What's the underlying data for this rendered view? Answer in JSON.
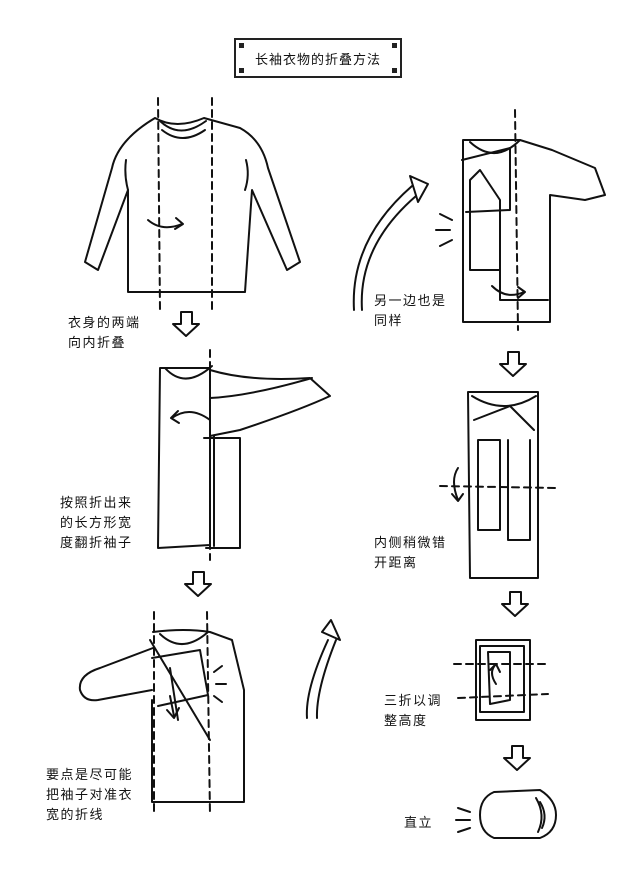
{
  "title": "长袖衣物的折叠方法",
  "steps": [
    {
      "text_lines": [
        "衣身的两端",
        "向内折叠"
      ]
    },
    {
      "text_lines": [
        "按照折出来",
        "的长方形宽",
        "度翻折袖子"
      ]
    },
    {
      "text_lines": [
        "要点是尽可能",
        "把袖子对准衣",
        "宽的折线"
      ]
    },
    {
      "text_lines": [
        "另一边也是",
        "同样"
      ]
    },
    {
      "text_lines": [
        "内侧稍微错",
        "开距离"
      ]
    },
    {
      "text_lines": [
        "三折以调",
        "整高度"
      ]
    },
    {
      "text_lines": [
        "直立"
      ]
    }
  ],
  "colors": {
    "ink": "#111111",
    "background": "#ffffff"
  }
}
